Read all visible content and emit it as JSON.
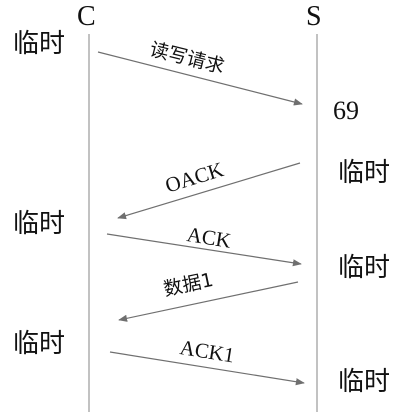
{
  "endpoints": {
    "client": "C",
    "server": "S"
  },
  "server_port": "69",
  "port_label": "临时",
  "messages": [
    {
      "label": "读写请求",
      "direction": "C-to-S"
    },
    {
      "label": "OACK",
      "direction": "S-to-C"
    },
    {
      "label": "ACK",
      "direction": "C-to-S"
    },
    {
      "label": "数据1",
      "direction": "S-to-C"
    },
    {
      "label": "ACK1",
      "direction": "C-to-S"
    }
  ],
  "colors": {
    "line": "#9a9a9a",
    "arrow": "#6f6f6f",
    "text": "#111111",
    "background": "#ffffff"
  }
}
